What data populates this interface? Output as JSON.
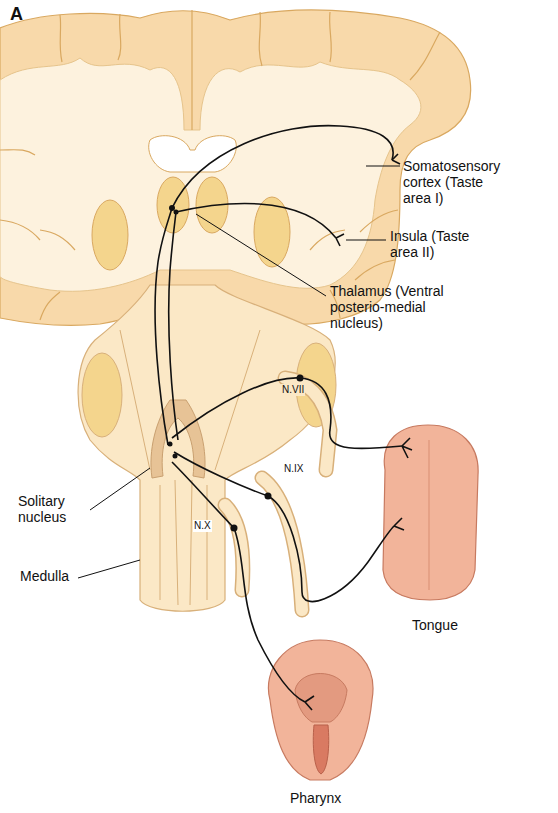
{
  "diagram": {
    "labels": [
      "A",
      "Somatosensory cortex (Taste area I)",
      "Insula (Taste area II)",
      "Thalamus (Ventral posterio-medial nucleus)",
      "N.VII",
      "Solitary nucleus",
      "N.IX",
      "Medulla",
      "N.X",
      "Tongue",
      "Pharynx"
    ]
  }
}
